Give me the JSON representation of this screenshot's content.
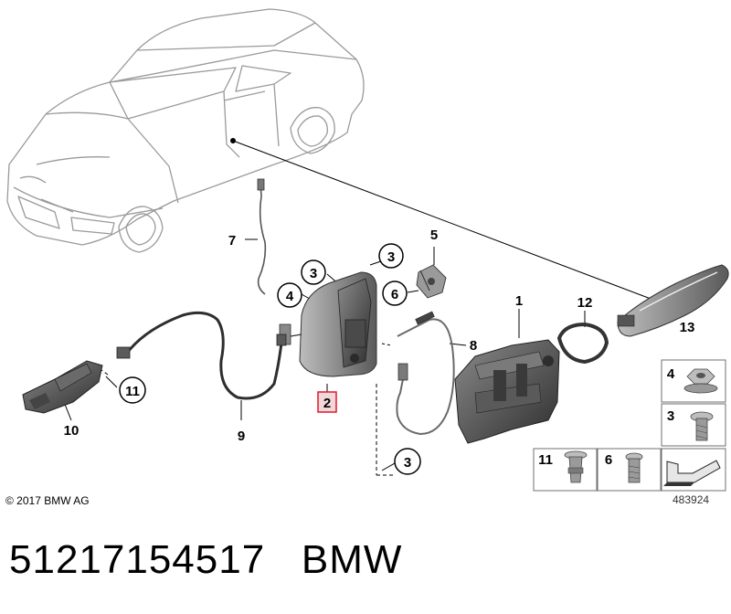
{
  "diagram": {
    "callouts": {
      "c1": "1",
      "c2": "2",
      "c3a": "3",
      "c3b": "3",
      "c3c": "3",
      "c4": "4",
      "c5": "5",
      "c6": "6",
      "c7": "7",
      "c8": "8",
      "c9": "9",
      "c10": "10",
      "c11": "11",
      "c12": "12",
      "c13": "13"
    },
    "legend": {
      "item4": "4",
      "item3": "3",
      "item11": "11",
      "item6": "6"
    },
    "copyright": "© 2017 BMW AG",
    "diagram_id": "483924"
  },
  "footer": {
    "part_number": "51217154517",
    "brand": "BMW"
  },
  "colors": {
    "line": "#000000",
    "car_outline": "#9a9a9a",
    "part_dark": "#3a3a3a",
    "part_mid": "#6a6a6a",
    "highlight": "#e0182d",
    "box_border": "#6f6f6f",
    "box_fill": "#e6e6e6"
  }
}
